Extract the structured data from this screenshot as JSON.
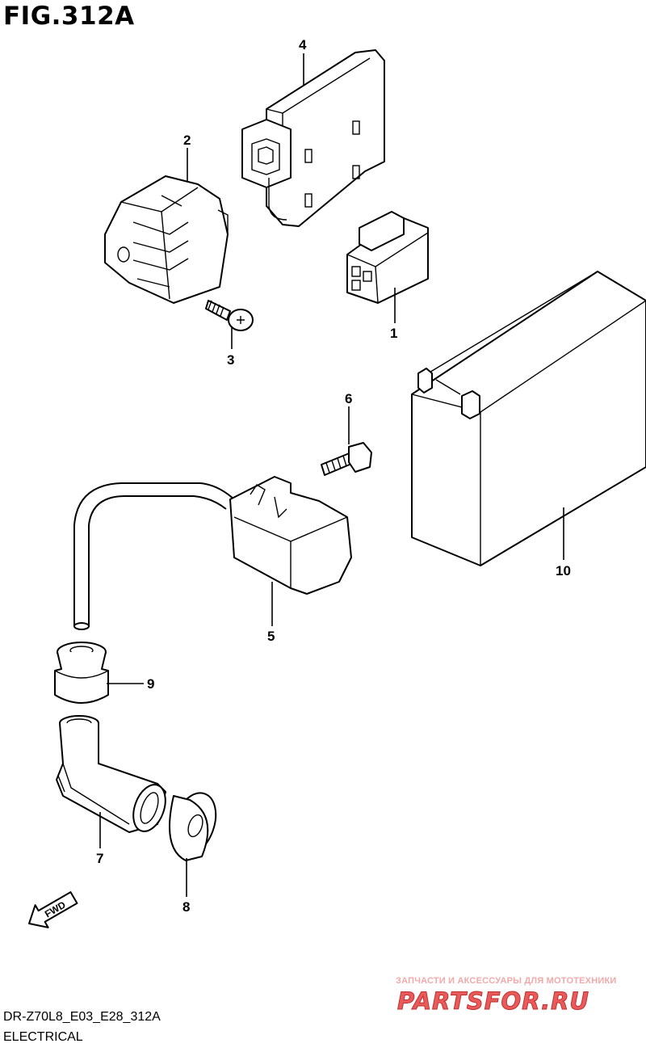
{
  "figure": {
    "title": "FIG.312A",
    "model_code": "DR-Z70L8_E03_E28_312A",
    "section_name": "ELECTRICAL"
  },
  "callouts": [
    "1",
    "2",
    "3",
    "4",
    "5",
    "6",
    "7",
    "8",
    "9",
    "10"
  ],
  "fwd_label": "FWD",
  "watermark": {
    "top_text": "ЗАПЧАСТИ И АКСЕССУАРЫ ДЛЯ МОТОТЕХНИКИ",
    "logo_text": "PARTSFOR.RU"
  }
}
